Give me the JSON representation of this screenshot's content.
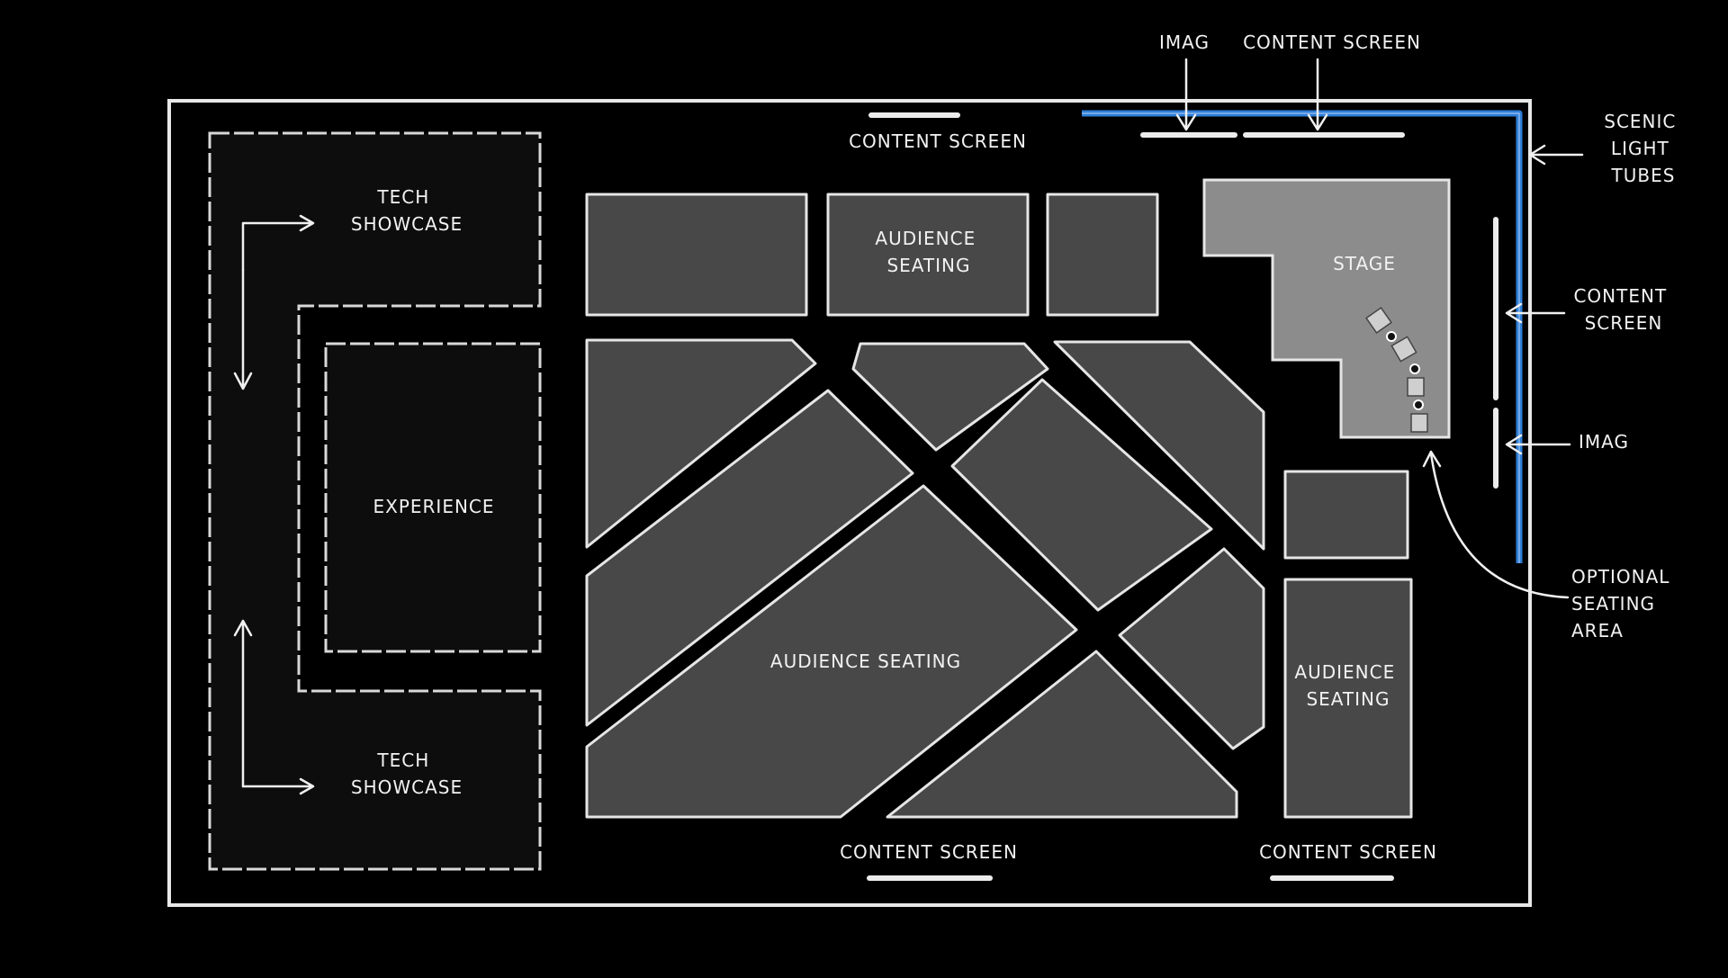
{
  "labels": {
    "top_imag": "IMAG",
    "top_content_screen_right": "CONTENT SCREEN",
    "top_content_screen_center": "CONTENT SCREEN",
    "scenic_light_tubes": [
      "SCENIC",
      "LIGHT",
      "TUBES"
    ],
    "right_content_screen": [
      "CONTENT",
      "SCREEN"
    ],
    "right_imag": "IMAG",
    "optional_seating_area": [
      "OPTIONAL",
      "SEATING",
      "AREA"
    ],
    "tech_showcase_top": [
      "TECH",
      "SHOWCASE"
    ],
    "tech_showcase_bottom": [
      "TECH",
      "SHOWCASE"
    ],
    "experience": "EXPERIENCE",
    "audience_seating_top": [
      "AUDIENCE",
      "SEATING"
    ],
    "audience_seating_main": "AUDIENCE SEATING",
    "audience_seating_right": [
      "AUDIENCE",
      "SEATING"
    ],
    "stage": "STAGE",
    "bottom_content_screen_center": "CONTENT SCREEN",
    "bottom_content_screen_right": "CONTENT SCREEN"
  },
  "colors": {
    "background": "#000000",
    "seating_block": "#484848",
    "stage": "#8c8c8c",
    "scenic_light_tubes": "#2f7fd8",
    "chalk_line": "#e6e6e6"
  }
}
